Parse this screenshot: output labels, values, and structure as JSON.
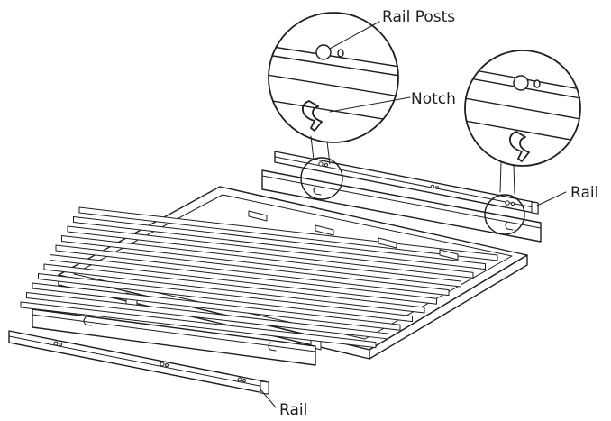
{
  "labels": {
    "rail_posts": "Rail Posts",
    "notch": "Notch",
    "rail_right": "Rail",
    "rail_bottom": "Rail"
  }
}
